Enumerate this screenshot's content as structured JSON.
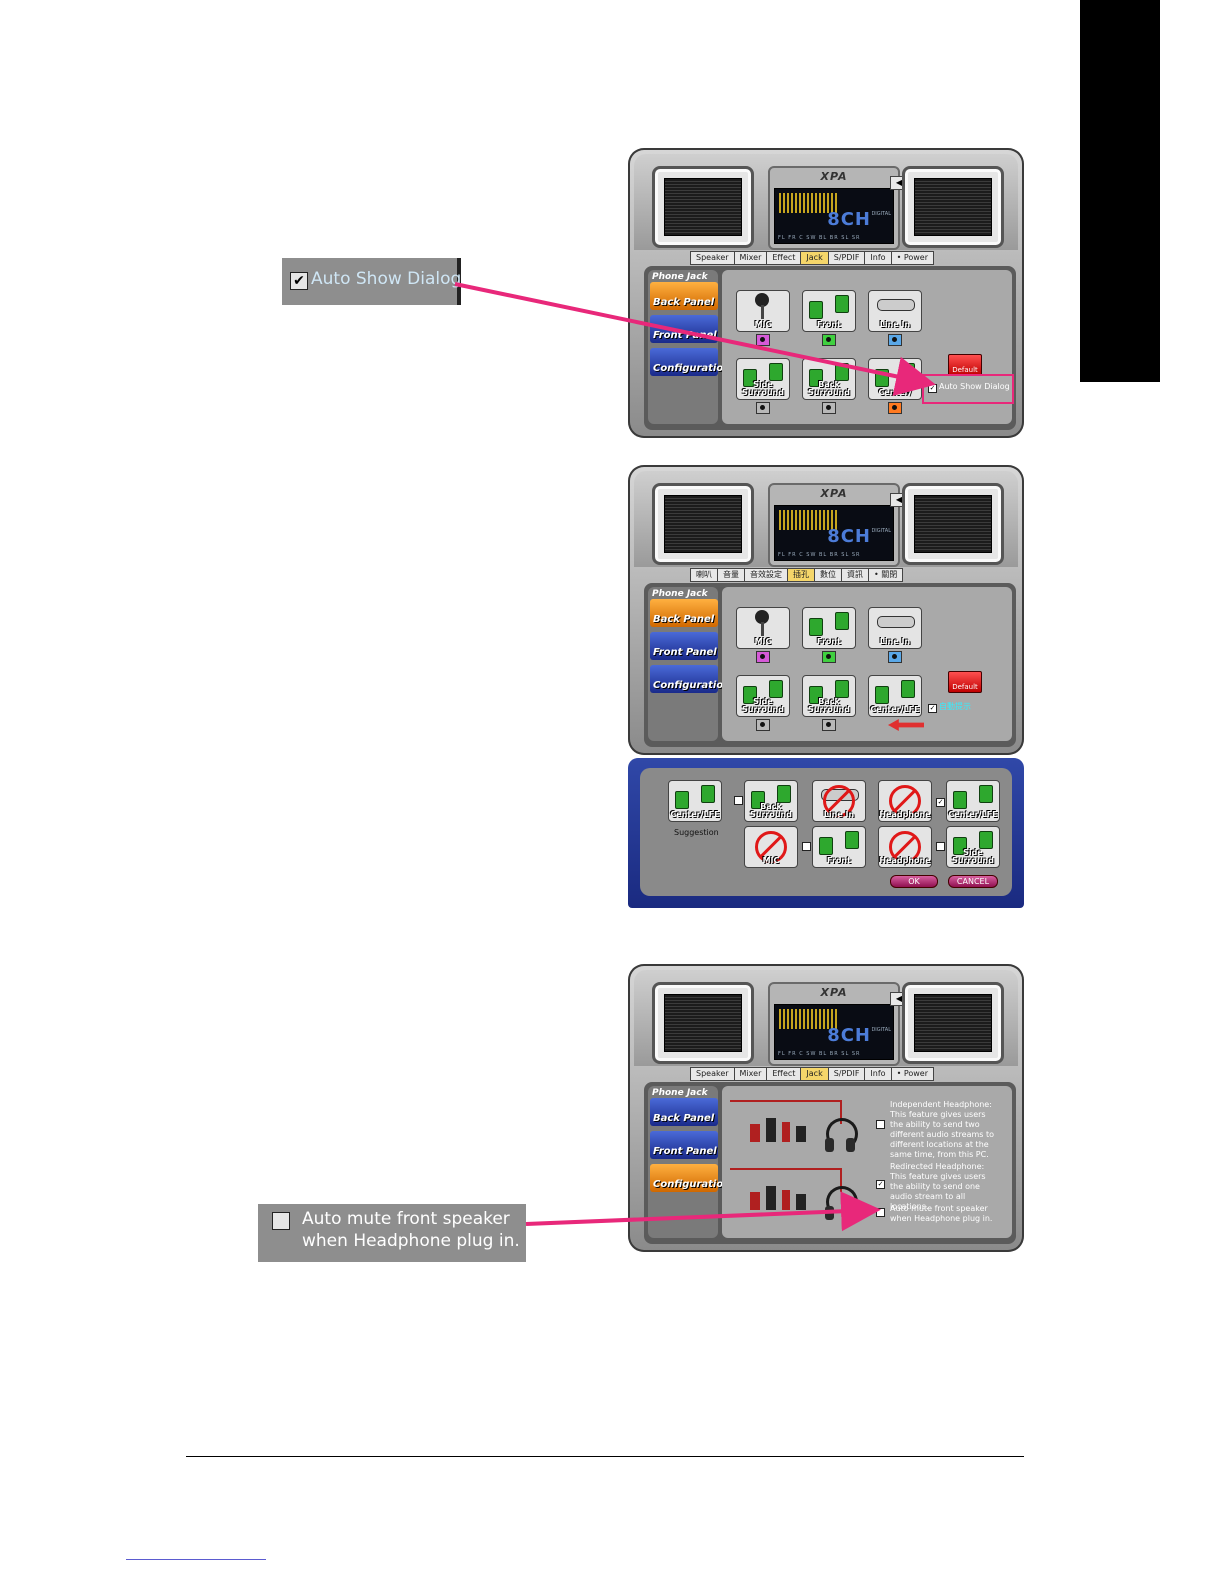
{
  "callout1": {
    "label": "Auto Show Dialog",
    "checked": true
  },
  "callout2": {
    "line1": "Auto mute front speaker",
    "line2": "when Headphone plug in.",
    "checked": false
  },
  "panel_common": {
    "logo": "XPA",
    "channels": "8CH",
    "digital": "DIGITAL",
    "chans_row": "FL FR C SW BL BR SL SR",
    "tabs_en": [
      "Speaker",
      "Mixer",
      "Effect",
      "Jack",
      "S/PDIF",
      "Info",
      "• Power"
    ],
    "tabs_zh": [
      "喇叭",
      "音量",
      "音效設定",
      "插孔",
      "數位",
      "資訊",
      "• 關閉"
    ],
    "phone_jack": "Phone Jack",
    "nav": [
      "Back Panel",
      "Front Panel",
      "Configuration"
    ]
  },
  "panel1": {
    "jacks": [
      "MIC",
      "Front",
      "Line In",
      "Side Surround",
      "Back Surround",
      "Center/"
    ],
    "default_label": "Default",
    "auto_show": "Auto Show Dialog"
  },
  "panel2": {
    "jacks": [
      "MIC",
      "Front",
      "Line In",
      "Side Surround",
      "Back Surround",
      "Center/LFE"
    ],
    "default_label": "Default",
    "auto_show": "自動提示"
  },
  "dialog": {
    "items_top": [
      "Center/LFE",
      "Back Surround",
      "Line In",
      "Headphone",
      "Center/LFE"
    ],
    "items_bottom": [
      "MIC",
      "Front",
      "Headphone",
      "Side Surround"
    ],
    "suggestion": "Suggestion",
    "ok": "OK",
    "cancel": "CANCEL"
  },
  "panel3": {
    "opt1": "Independent Headphone: This feature gives users the ability to send two different audio streams to different locations at the same time, from this PC.",
    "opt2": "Redirected Headphone: This feature gives users the ability to send one audio stream to all locations.",
    "opt3": "Auto mute front speaker when Headphone plug in."
  },
  "colors": {
    "arrow": "#e8287a",
    "tab_active": "#f5d66a"
  }
}
